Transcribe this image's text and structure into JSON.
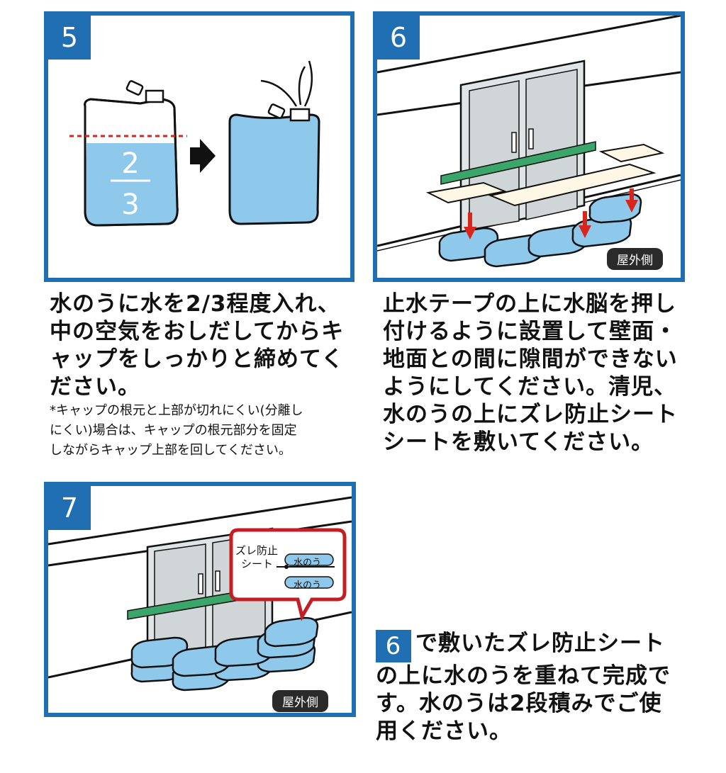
{
  "steps": {
    "s5": {
      "number": "5",
      "fraction_top": "2",
      "fraction_bottom": "3",
      "text": "水のうに水を2/3程度入れ、\n中の空気をおしだしてからキ\nャップをしっかりと締めてく\nださい。",
      "note": "*キャップの根元と上部が切れにくい(分離し\nにくい)場合は、キャップの根元部分を固定\nしながらキャップ上部を回してください。"
    },
    "s6": {
      "number": "6",
      "badge": "屋外側",
      "text": "止水テープの上に水脳を押し\n付けるように設置して壁面・\n地面との間に隙間ができない\nようにしてください。清児、\n水のうの上にズレ防止シート\nシートを敷いてください。"
    },
    "s7": {
      "number": "7",
      "badge": "屋外側",
      "callout_sheet_line1": "ズレ防止",
      "callout_sheet_line2": "シート",
      "callout_bag_top": "水のう",
      "callout_bag_bottom": "水のう",
      "ref_number": "6",
      "text_first_line": "で敷いたズレ防止シート",
      "text_rest": "の上に水のうを重ねて完成で\nす。水のうは2段積みでご使\n用ください。"
    }
  },
  "colors": {
    "frame_blue": "#1f6fb2",
    "water_blue": "#8ec9ec",
    "tape_green": "#3aa66a",
    "arrow_red": "#d9261c"
  }
}
